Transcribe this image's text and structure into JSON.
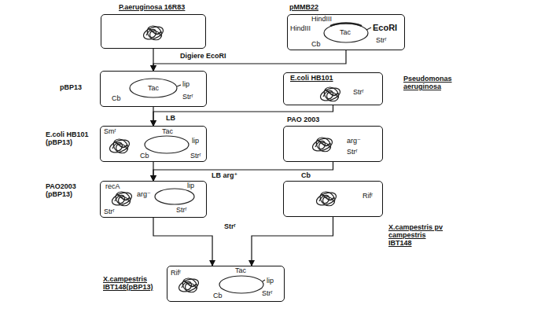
{
  "diagram": {
    "nodes": [
      {
        "text": [
          "P.aeruginosa 16R83"
        ]
      },
      {
        "text": [
          "pMMB22",
          "HindIII",
          "HindIII",
          "EcoRI",
          "Tac",
          "Strʳ",
          "Cb"
        ]
      },
      {
        "text": [
          "pBP13",
          "Tac",
          "lip",
          "Cb",
          "Strʳ"
        ]
      },
      {
        "text": [
          "E.coli HB101",
          "Strʳ"
        ]
      },
      {
        "text": [
          "E.coli HB101 (pBP13)",
          "Smʳ",
          "Tac",
          "lip",
          "Cb",
          "Strʳ"
        ]
      },
      {
        "text": [
          "PAO 2003",
          "arg⁻",
          "Strʳ"
        ]
      },
      {
        "text": [
          "PAO2003 (pBP13)",
          "recA",
          "arg⁻",
          "Strʳ",
          "lip",
          "Strʳ"
        ]
      },
      {
        "text": [
          "X.campestris pv campestris IBT148",
          "Rifʳ"
        ]
      },
      {
        "text": [
          "X.campestris IBT148(pBP13)",
          "Rifʳ",
          "Tac",
          "lip",
          "Cb",
          "Strʳ"
        ]
      }
    ],
    "edges": [
      {
        "from": 0,
        "to": 2,
        "arrow": "to"
      },
      {
        "from": 1,
        "to": 2,
        "label": "Digiere EcoRI",
        "arrow": "to"
      },
      {
        "from": 2,
        "to": 4,
        "arrow": "to"
      },
      {
        "from": 3,
        "to": 4,
        "label": "LB",
        "arrow": "to"
      },
      {
        "from": 4,
        "to": 6,
        "arrow": "to"
      },
      {
        "from": 5,
        "to": 6,
        "label": "LB arg⁺",
        "arrow": "to"
      },
      {
        "from": 6,
        "to": 8,
        "arrow": "to"
      },
      {
        "from": 7,
        "to": 8,
        "label": "Strʳ",
        "arrow": "to"
      }
    ],
    "labels": [
      "Pseudomonas aeruginosa",
      "Cb"
    ]
  }
}
